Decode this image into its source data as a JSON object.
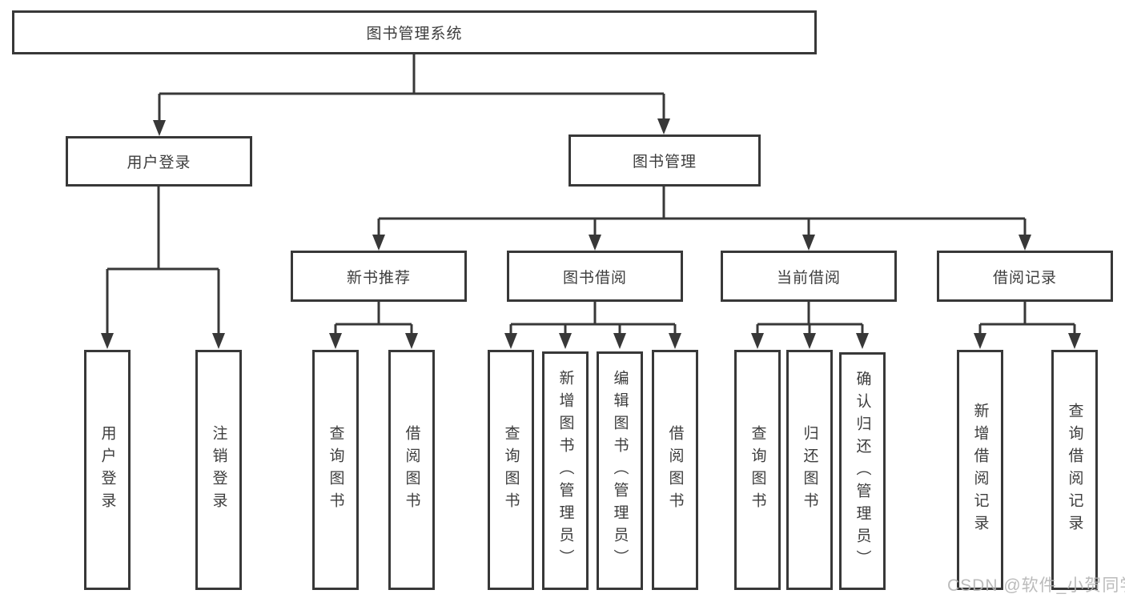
{
  "tree": {
    "label": "图书管理系统",
    "children": [
      {
        "label": "用户登录",
        "children": [
          {
            "label": "用户登录"
          },
          {
            "label": "注销登录"
          }
        ]
      },
      {
        "label": "图书管理",
        "children": [
          {
            "label": "新书推荐",
            "children": [
              {
                "label": "查询图书"
              },
              {
                "label": "借阅图书"
              }
            ]
          },
          {
            "label": "图书借阅",
            "children": [
              {
                "label": "查询图书"
              },
              {
                "label": "新增图书（管理员）"
              },
              {
                "label": "编辑图书（管理员）"
              },
              {
                "label": "借阅图书"
              }
            ]
          },
          {
            "label": "当前借阅",
            "children": [
              {
                "label": "查询图书"
              },
              {
                "label": "归还图书"
              },
              {
                "label": "确认归还（管理员）"
              }
            ]
          },
          {
            "label": "借阅记录",
            "children": [
              {
                "label": "新增借阅记录"
              },
              {
                "label": "查询借阅记录"
              }
            ]
          }
        ]
      }
    ]
  },
  "watermark": "CSDN @软件_小贺同学",
  "colors": {
    "line": "#383838",
    "box_border": "#383838",
    "text": "#3d3d3d",
    "watermark": "#b4b4b4",
    "background": "#ffffff"
  }
}
